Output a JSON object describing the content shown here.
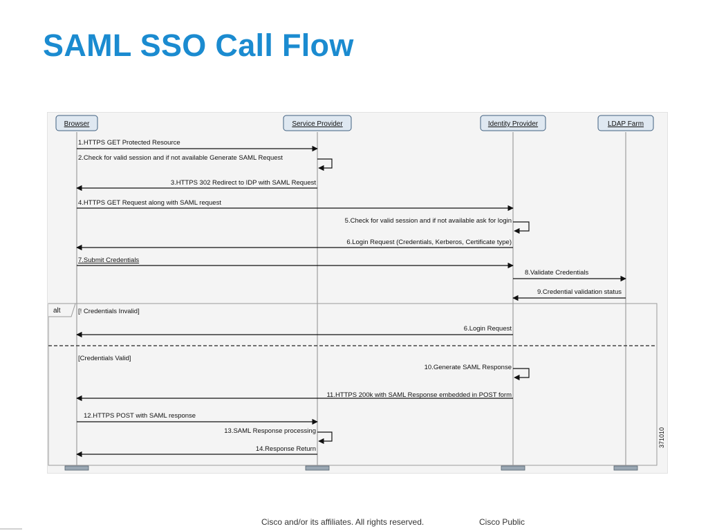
{
  "title": "SAML SSO Call Flow",
  "participants": [
    {
      "label": "Browser"
    },
    {
      "label": "Service Provider"
    },
    {
      "label": "Identity Provider"
    },
    {
      "label": "LDAP Farm"
    }
  ],
  "messages": [
    {
      "from": 0,
      "to": 1,
      "label": "1.HTTPS GET Protected Resource"
    },
    {
      "from": 1,
      "to": 1,
      "label": "2.Check for valid session and if not available Generate SAML Request"
    },
    {
      "from": 1,
      "to": 0,
      "label": "3.HTTPS 302 Redirect to IDP with SAML Request"
    },
    {
      "from": 0,
      "to": 2,
      "label": "4.HTTPS GET Request along with SAML request"
    },
    {
      "from": 2,
      "to": 2,
      "label": "5.Check for valid session and if not available ask for login"
    },
    {
      "from": 2,
      "to": 0,
      "label": "6.Login Request (Credentials, Kerberos, Certificate type)"
    },
    {
      "from": 0,
      "to": 2,
      "label": "7.Submit Credentials"
    },
    {
      "from": 2,
      "to": 3,
      "label": "8.Validate Credentials"
    },
    {
      "from": 3,
      "to": 2,
      "label": "9.Credential validation status"
    },
    {
      "from": 2,
      "to": 0,
      "label": "6.Login Request"
    },
    {
      "from": 2,
      "to": 2,
      "label": "10.Generate SAML Response"
    },
    {
      "from": 2,
      "to": 0,
      "label": "11.HTTPS 200k with SAML Response embedded in POST form"
    },
    {
      "from": 0,
      "to": 1,
      "label": "12.HTTPS POST with SAML response"
    },
    {
      "from": 1,
      "to": 1,
      "label": "13.SAML Response processing"
    },
    {
      "from": 1,
      "to": 0,
      "label": "14.Response Return"
    }
  ],
  "alt_fragment": {
    "keyword": "alt",
    "guard_invalid": "[! Credentials Invalid]",
    "guard_valid": "[Credentials Valid]"
  },
  "figure_id": "371010",
  "footer": {
    "copyright": "Cisco and/or its affiliates. All rights reserved.",
    "classification": "Cisco Public"
  }
}
